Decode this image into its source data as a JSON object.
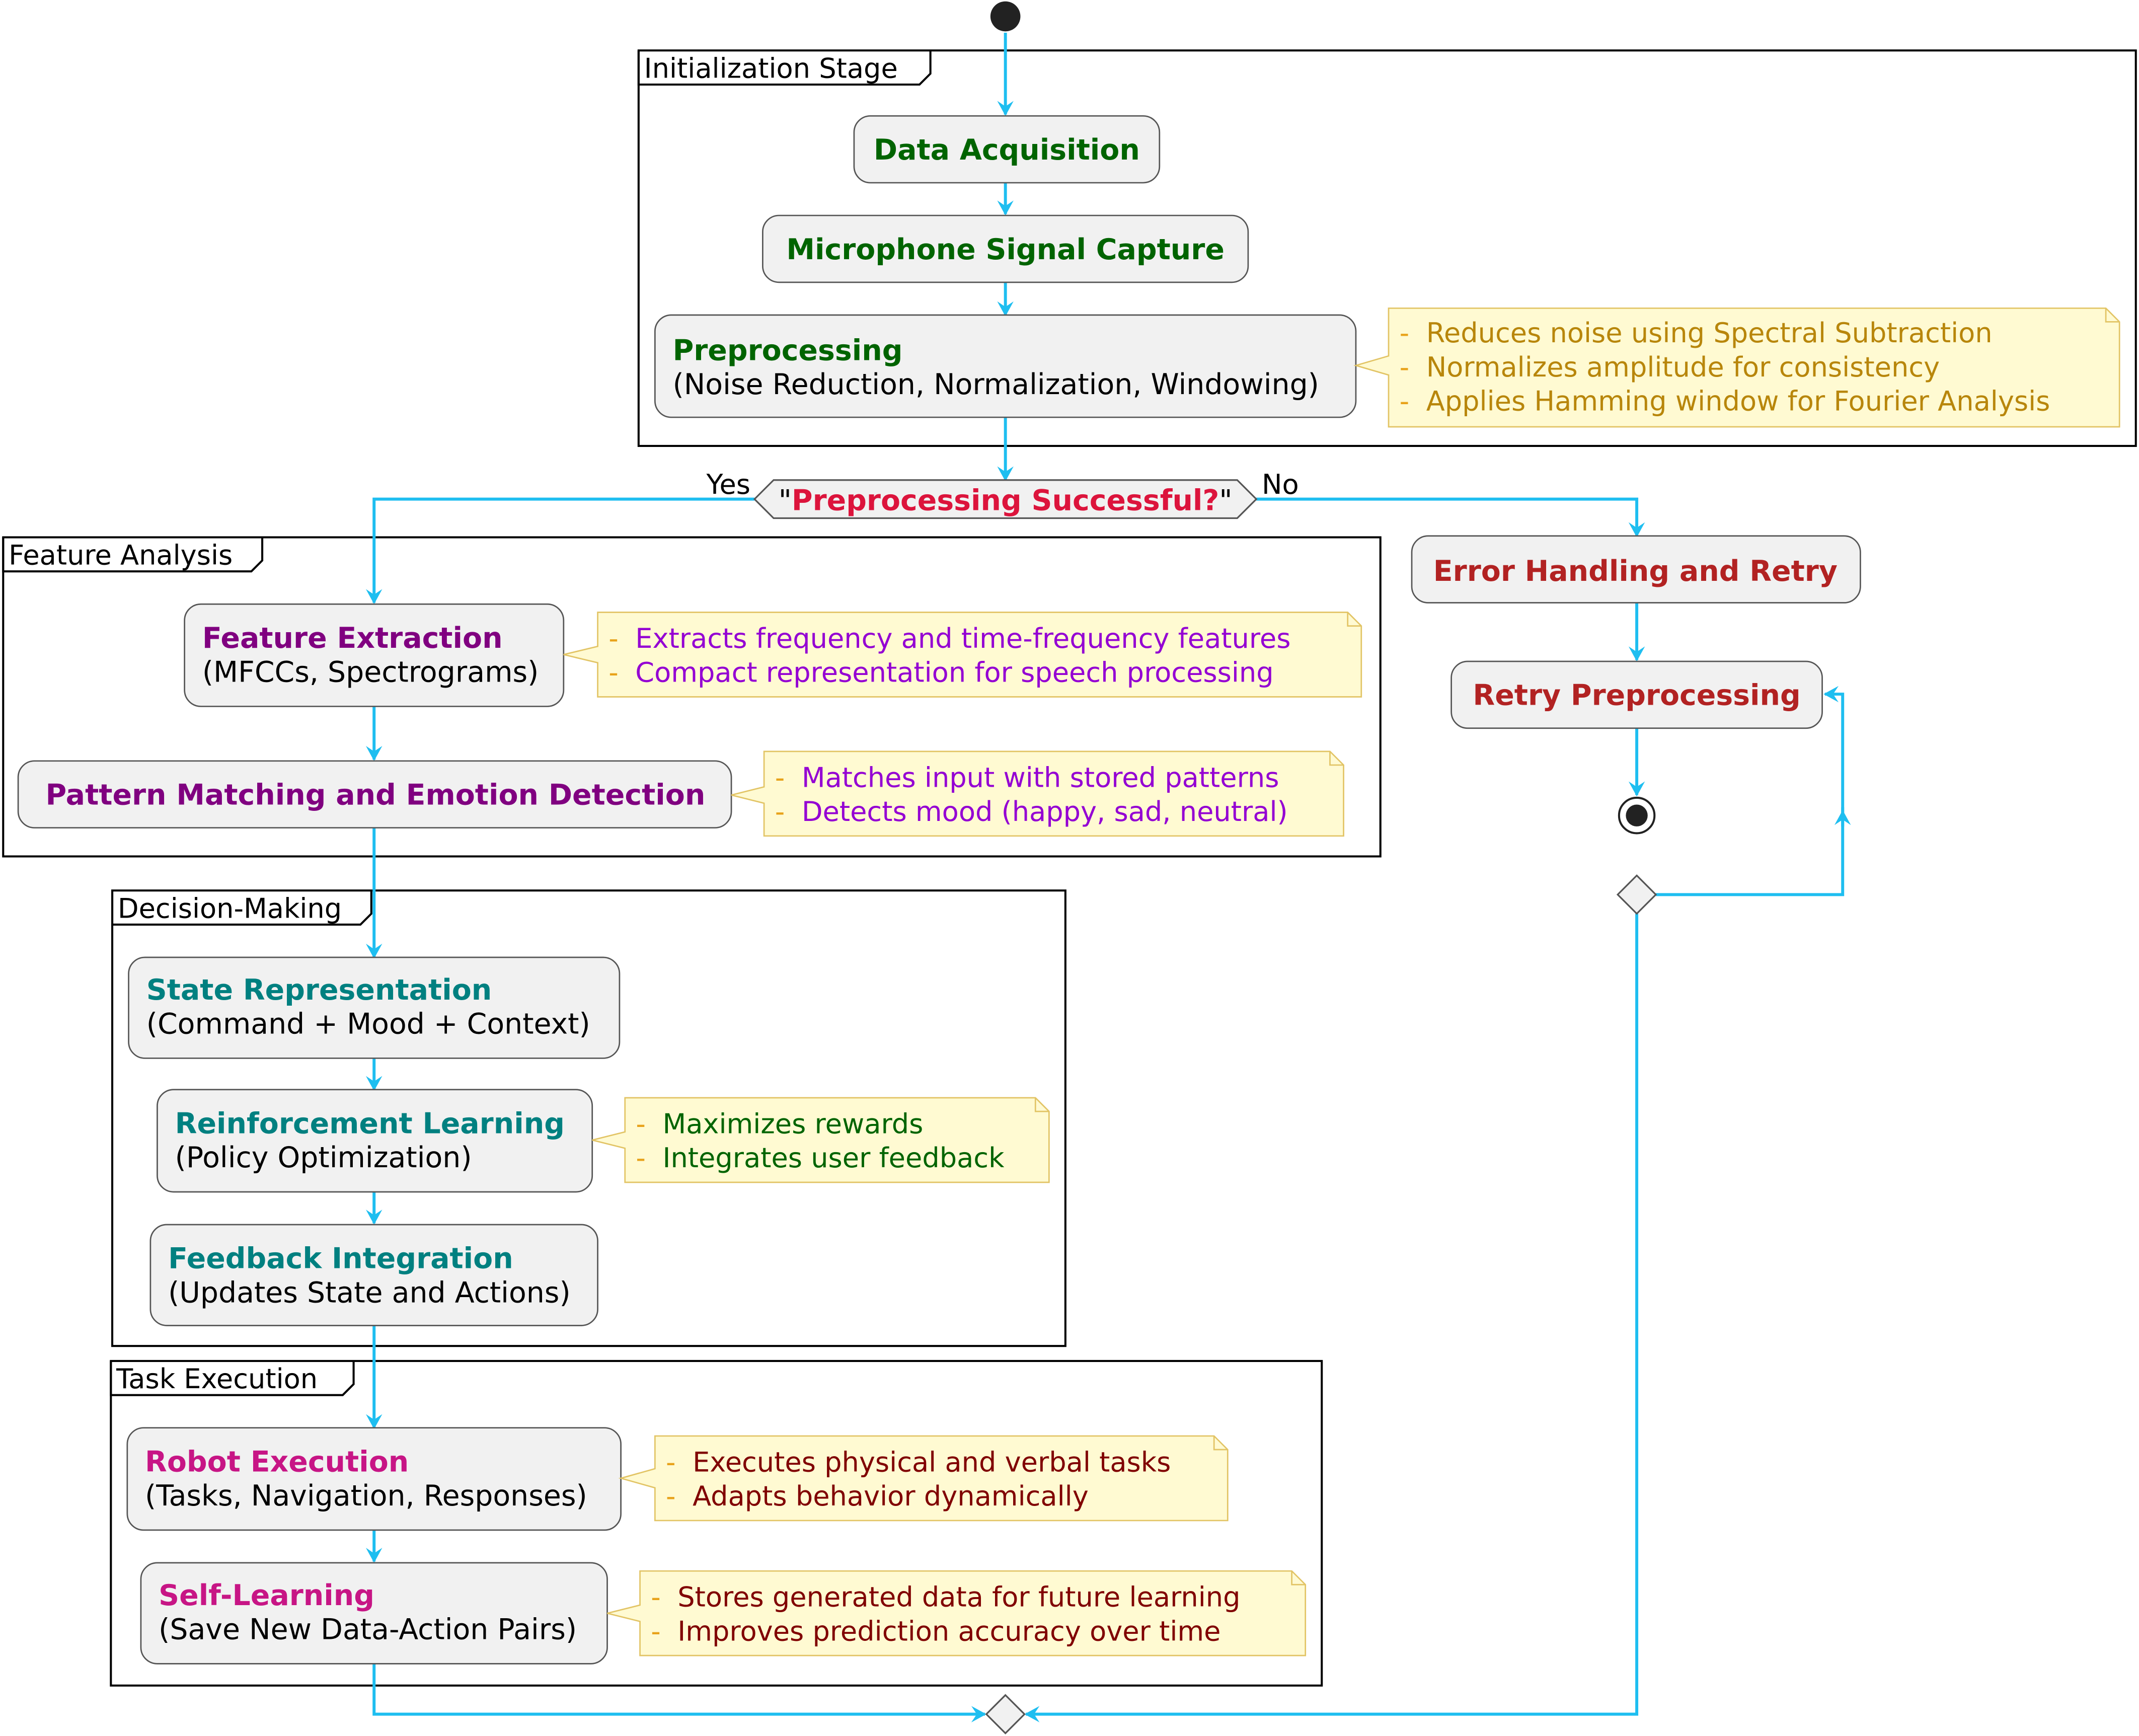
{
  "colors": {
    "flow": "#1EBEF0",
    "frame": "#000000",
    "box_fill": "#F1F1F1",
    "box_stroke": "#555555",
    "note_fill": "#FFFAD2",
    "note_stroke": "#E2C465",
    "dash": "#E8A21A",
    "init_green": "#006400",
    "decision_red": "#DC143C",
    "error_red": "#B22222",
    "purple": "#800080",
    "violet": "#9400D3",
    "teal": "#008080",
    "note_green": "#006400",
    "magenta": "#C71585",
    "maroon": "#800000",
    "note_olive": "#B8860B"
  },
  "groups": {
    "initialization": "Initialization Stage",
    "feature_analysis": "Feature Analysis",
    "decision_making": "Decision-Making",
    "task_execution": "Task Execution"
  },
  "activities": {
    "data_acquisition": {
      "title": "Data Acquisition"
    },
    "microphone": {
      "title": "Microphone Signal Capture"
    },
    "preprocessing": {
      "title": "Preprocessing",
      "detail": "(Noise Reduction, Normalization, Windowing)"
    },
    "error_handling": {
      "title": "Error Handling and Retry"
    },
    "retry": {
      "title": "Retry Preprocessing"
    },
    "feature_extraction": {
      "title": "Feature Extraction",
      "detail": "(MFCCs, Spectrograms)"
    },
    "pattern_matching": {
      "title": "Pattern Matching and Emotion Detection"
    },
    "state_representation": {
      "title": "State Representation",
      "detail": "(Command + Mood + Context)"
    },
    "reinforcement_learning": {
      "title": "Reinforcement Learning",
      "detail": "(Policy Optimization)"
    },
    "feedback_integration": {
      "title": "Feedback Integration",
      "detail": "(Updates State and Actions)"
    },
    "robot_execution": {
      "title": "Robot Execution",
      "detail": "(Tasks, Navigation, Responses)"
    },
    "self_learning": {
      "title": "Self-Learning",
      "detail": "(Save New Data-Action Pairs)"
    }
  },
  "decision": {
    "quote_open": "\"",
    "question": "Preprocessing Successful?",
    "quote_close": "\"",
    "yes_label": "Yes",
    "no_label": "No"
  },
  "notes": {
    "preprocessing": {
      "dash": "-",
      "lines": [
        "Reduces noise using Spectral Subtraction",
        "Normalizes amplitude for consistency",
        "Applies Hamming window for Fourier Analysis"
      ]
    },
    "feature_extraction": {
      "dash": "-",
      "lines": [
        "Extracts frequency and time-frequency features",
        "Compact representation for speech processing"
      ]
    },
    "pattern_matching": {
      "dash": "-",
      "lines": [
        "Matches input with stored patterns",
        "Detects mood (happy, sad, neutral)"
      ]
    },
    "reinforcement_learning": {
      "dash": "-",
      "lines": [
        "Maximizes rewards",
        "Integrates user feedback"
      ]
    },
    "robot_execution": {
      "dash": "-",
      "lines": [
        "Executes physical and verbal tasks",
        "Adapts behavior dynamically"
      ]
    },
    "self_learning": {
      "dash": "-",
      "lines": [
        "Stores generated data for future learning",
        "Improves prediction accuracy over time"
      ]
    }
  }
}
